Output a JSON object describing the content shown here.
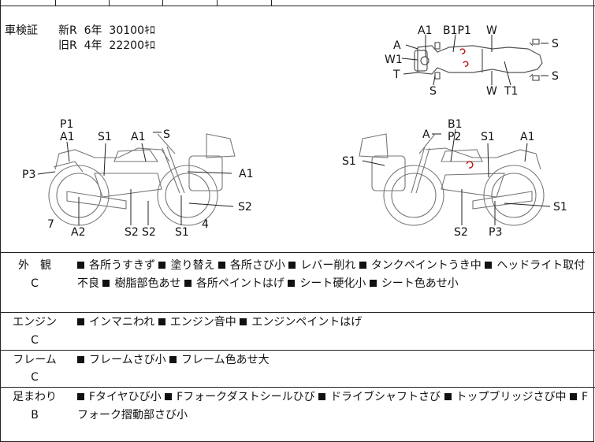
{
  "shaken": {
    "label": "車検証",
    "rows": [
      "新R  6年  30100ｷﾛ",
      "旧R  4年  22200ｷﾛ"
    ]
  },
  "diagram_labels": {
    "top_view": [
      "A1",
      "B1P1",
      "W",
      "A",
      "W1",
      "T",
      "S",
      "S",
      "S",
      "W",
      "T1"
    ],
    "left_view": [
      "P1",
      "A1",
      "S1",
      "A1",
      "S",
      "P3",
      "A1",
      "7",
      "A2",
      "S2",
      "S2",
      "S1",
      "4",
      "S2"
    ],
    "right_view": [
      "B1",
      "A",
      "P2",
      "S1",
      "A1",
      "S1",
      "S2",
      "P3",
      "S1"
    ]
  },
  "sections": [
    {
      "name": "外　観",
      "grade": "C",
      "items": [
        "各所うすきず",
        "塗り替え",
        "各所さび小",
        "レバー削れ",
        "タンクペイントうき中",
        "ヘッドライト取付不良",
        "樹脂部色あせ",
        "各所ペイントはげ",
        "シート硬化小",
        "シート色あせ小"
      ]
    },
    {
      "name": "エンジン",
      "grade": "C",
      "items": [
        "インマニわれ",
        "エンジン音中",
        "エンジンペイントはげ"
      ]
    },
    {
      "name": "フレーム",
      "grade": "C",
      "items": [
        "フレームさび小",
        "フレーム色あせ大"
      ]
    },
    {
      "name": "足まわり",
      "grade": "B",
      "items": [
        "Fタイヤひび小",
        "Fフォークダストシールひび",
        "ドライブシャフトさび",
        "トップブリッジさび中",
        "Fフォーク摺動部さび小"
      ]
    }
  ]
}
